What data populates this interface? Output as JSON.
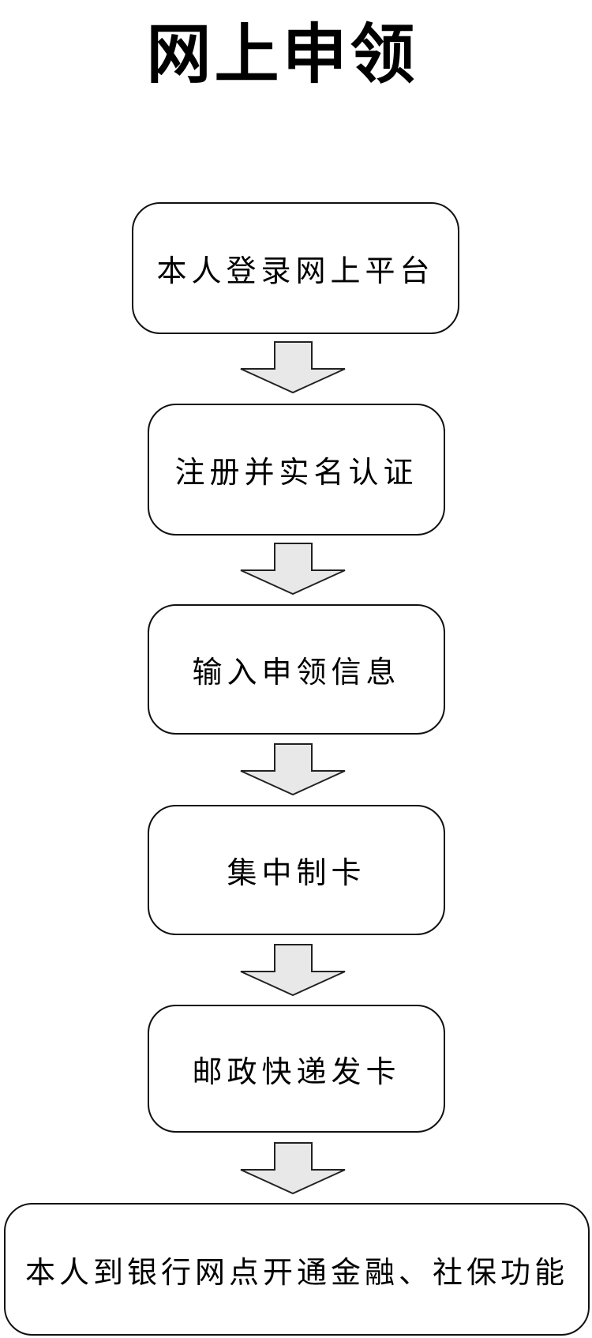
{
  "title": "网上申领",
  "steps": [
    {
      "label": "本人登录网上平台"
    },
    {
      "label": "注册并实名认证"
    },
    {
      "label": "输入申领信息"
    },
    {
      "label": "集中制卡"
    },
    {
      "label": "邮政快递发卡"
    },
    {
      "label": "本人到银行网点开通金融、社保功能"
    }
  ],
  "colors": {
    "arrow_fill": "#e8e8e8",
    "border": "#111111"
  }
}
